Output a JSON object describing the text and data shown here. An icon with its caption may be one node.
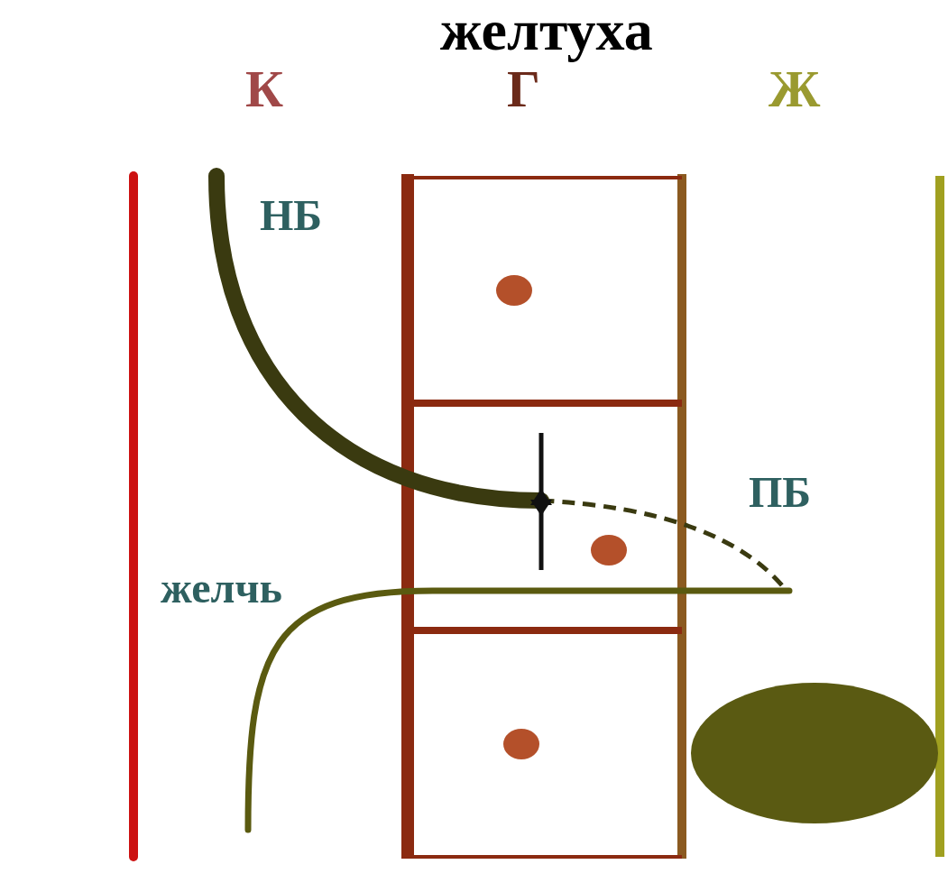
{
  "diagram": {
    "title": "желтуха",
    "nodes": [
      {
        "text": [],
        "shape": "box"
      },
      {
        "text": [],
        "shape": "box"
      },
      {
        "text": [],
        "shape": "box"
      },
      {
        "text": [],
        "shape": "ellipse"
      }
    ],
    "labels": [
      "К",
      "Г",
      "Ж",
      "НБ",
      "ПБ",
      "желчь"
    ]
  }
}
